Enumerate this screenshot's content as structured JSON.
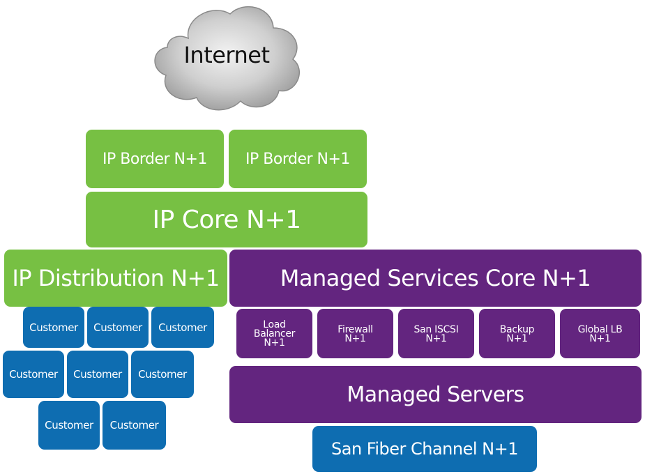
{
  "cloud": {
    "label": "Internet"
  },
  "ip_border": [
    "IP Border N+1",
    "IP Border N+1"
  ],
  "ip_core": "IP Core N+1",
  "ip_distribution": "IP Distribution N+1",
  "managed_services_core": "Managed Services Core N+1",
  "services": [
    {
      "line1": "Load",
      "line2": "Balancer",
      "line3": "N+1"
    },
    {
      "line1": "Firewall",
      "line2": "N+1"
    },
    {
      "line1": "San ISCSI",
      "line2": "N+1"
    },
    {
      "line1": "Backup",
      "line2": "N+1"
    },
    {
      "line1": "Global LB",
      "line2": "N+1"
    }
  ],
  "managed_servers": "Managed Servers",
  "san_fiber": "San Fiber Channel N+1",
  "customers": {
    "row1": [
      "Customer",
      "Customer",
      "Customer"
    ],
    "row2": [
      "Customer",
      "Customer",
      "Customer"
    ],
    "row3": [
      "Customer",
      "Customer"
    ]
  },
  "colors": {
    "green": "#77c043",
    "purple": "#63257f",
    "blue": "#0e6db1",
    "cloud": "#c8c8c8"
  }
}
